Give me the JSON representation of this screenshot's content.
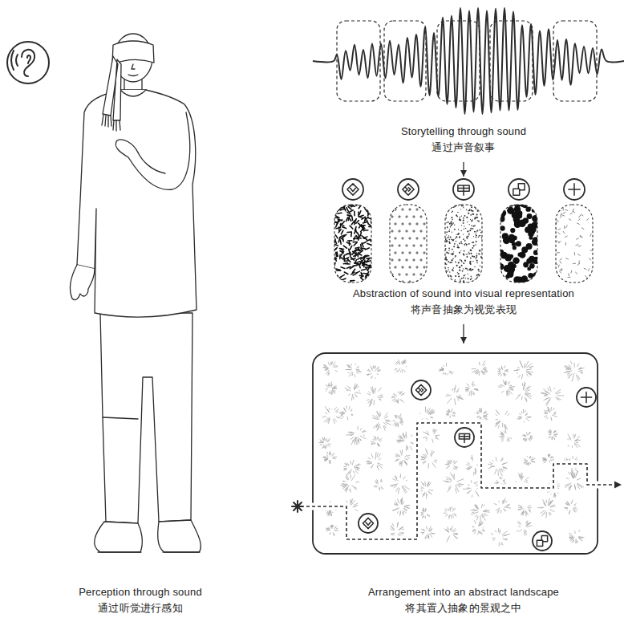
{
  "diagram": {
    "nodes": [
      {
        "text": [
          "Perception through sound",
          "通过听觉进行感知"
        ]
      },
      {
        "text": [
          "Storytelling through sound",
          "通过声音叙事"
        ]
      },
      {
        "text": [
          "Abstraction of sound into visual representation",
          "将声音抽象为视觉表现"
        ]
      },
      {
        "text": [
          "Arrangement into an abstract landscape",
          "将其置入抽象的景观之中"
        ]
      }
    ],
    "edges": [
      {
        "from": 1,
        "to": 2,
        "arrow": "to"
      },
      {
        "from": 2,
        "to": 3,
        "arrow": "to"
      }
    ]
  }
}
